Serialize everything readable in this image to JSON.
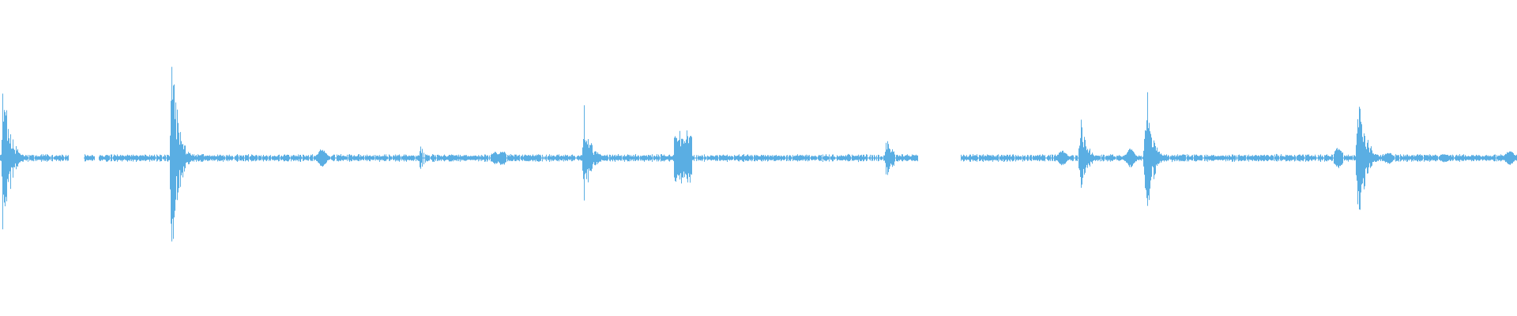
{
  "waveform": {
    "color": "#5aaee3",
    "background": "#ffffff",
    "baseline_amplitude": 0.02,
    "events": [
      {
        "t": 0.002,
        "amp": 0.68,
        "kind": "spike"
      },
      {
        "t": 0.113,
        "amp": 0.8,
        "kind": "spike"
      },
      {
        "t": 0.212,
        "amp": 0.06,
        "kind": "blob"
      },
      {
        "t": 0.277,
        "amp": 0.1,
        "kind": "spike"
      },
      {
        "t": 0.326,
        "amp": 0.04,
        "kind": "blob"
      },
      {
        "t": 0.331,
        "amp": 0.05,
        "kind": "blob"
      },
      {
        "t": 0.385,
        "amp": 0.37,
        "kind": "spike"
      },
      {
        "t": 0.45,
        "amp": 0.18,
        "kind": "burst"
      },
      {
        "t": 0.584,
        "amp": 0.18,
        "kind": "spike"
      },
      {
        "t": 0.7,
        "amp": 0.05,
        "kind": "blob"
      },
      {
        "t": 0.712,
        "amp": 0.3,
        "kind": "spike"
      },
      {
        "t": 0.745,
        "amp": 0.06,
        "kind": "blob"
      },
      {
        "t": 0.755,
        "amp": 0.6,
        "kind": "spike"
      },
      {
        "t": 0.882,
        "amp": 0.07,
        "kind": "blob"
      },
      {
        "t": 0.895,
        "amp": 0.68,
        "kind": "spike"
      },
      {
        "t": 0.915,
        "amp": 0.04,
        "kind": "blob"
      },
      {
        "t": 0.952,
        "amp": 0.03,
        "kind": "blob"
      },
      {
        "t": 0.995,
        "amp": 0.05,
        "kind": "blob"
      }
    ],
    "gaps": [
      [
        0.045,
        0.055
      ],
      [
        0.062,
        0.065
      ],
      [
        0.605,
        0.633
      ]
    ]
  }
}
